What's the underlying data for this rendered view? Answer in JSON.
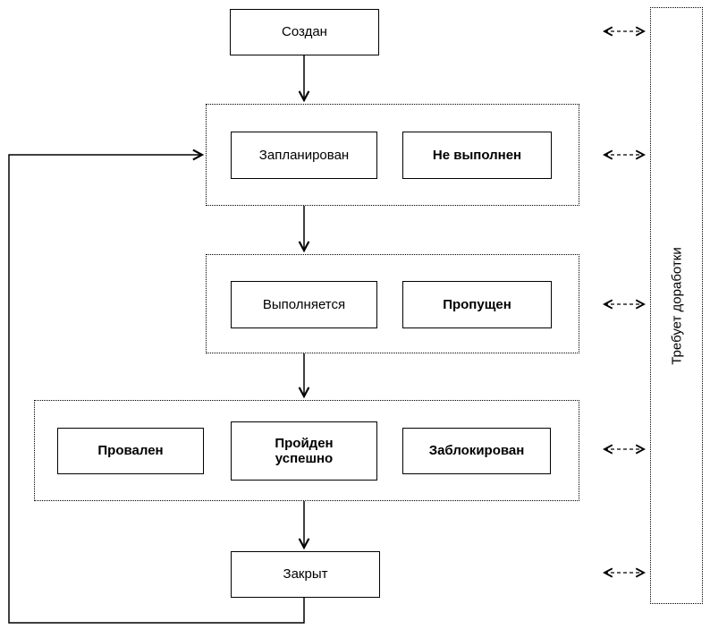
{
  "nodes": {
    "created": "Создан",
    "planned": "Запланирован",
    "not_executed": "Не выполнен",
    "executing": "Выполняется",
    "skipped": "Пропущен",
    "failed": "Провален",
    "passed": "Пройден\nуспешно",
    "blocked": "Заблокирован",
    "closed": "Закрыт",
    "rework": "Требует доработки"
  },
  "style": {
    "line_color": "#000000",
    "background": "#ffffff"
  }
}
